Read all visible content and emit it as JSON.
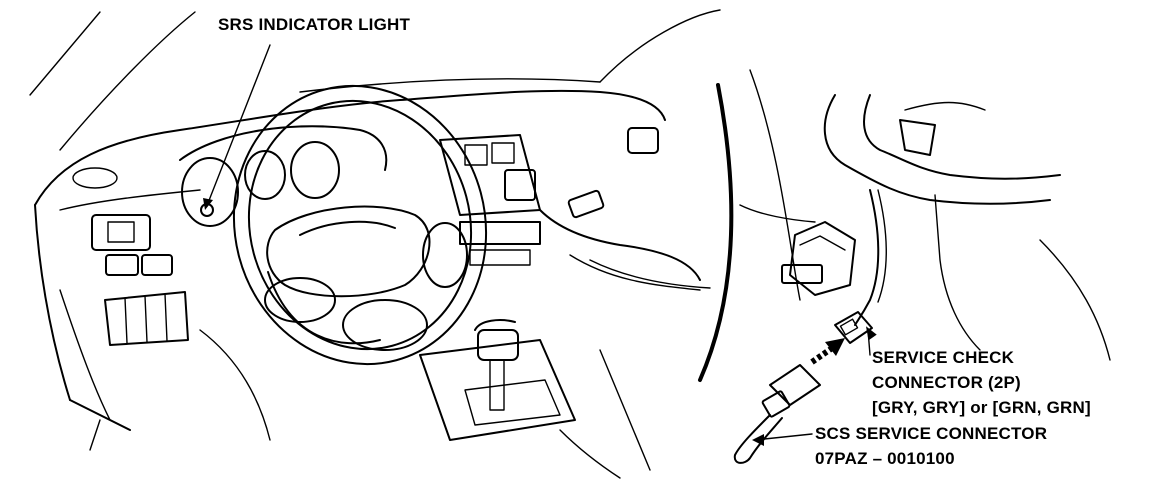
{
  "labels": {
    "srs_indicator": "SRS INDICATOR LIGHT",
    "service_check_line1": "SERVICE CHECK",
    "service_check_line2": "CONNECTOR (2P)",
    "service_check_line3": "[GRY, GRY] or [GRN, GRN]",
    "scs_line1": "SCS SERVICE CONNECTOR",
    "scs_line2": "07PAZ – 0010100"
  }
}
